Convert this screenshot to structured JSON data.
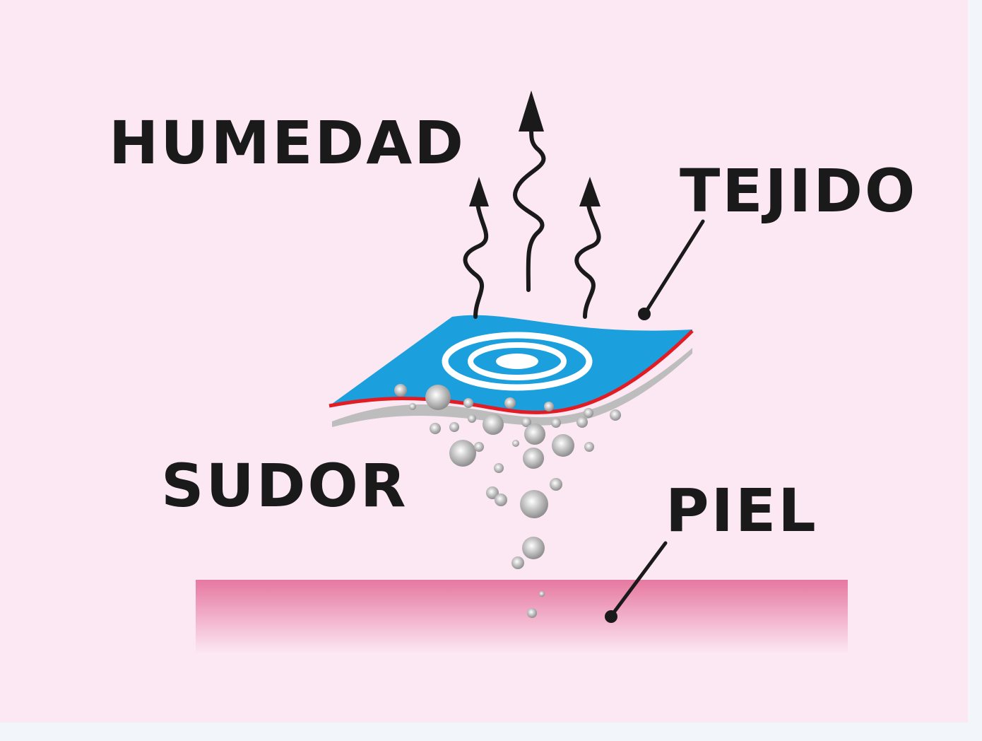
{
  "labels": {
    "humidity": "HUMEDAD",
    "fabric": "TEJIDO",
    "sweat": "SUDOR",
    "skin": "PIEL"
  },
  "colors": {
    "background": "#fce8f3",
    "outer_border": "#f2f6fb",
    "text": "#1a1a1a",
    "fabric_blue": "#1b9fdd",
    "fabric_edge_red": "#e31b23",
    "fabric_shadow": "#bdbdbd",
    "ripple": "#ffffff",
    "sweat_drop": "#8a8a8a",
    "skin_top": "#e6789f",
    "skin_bottom": "#fce8f3"
  }
}
